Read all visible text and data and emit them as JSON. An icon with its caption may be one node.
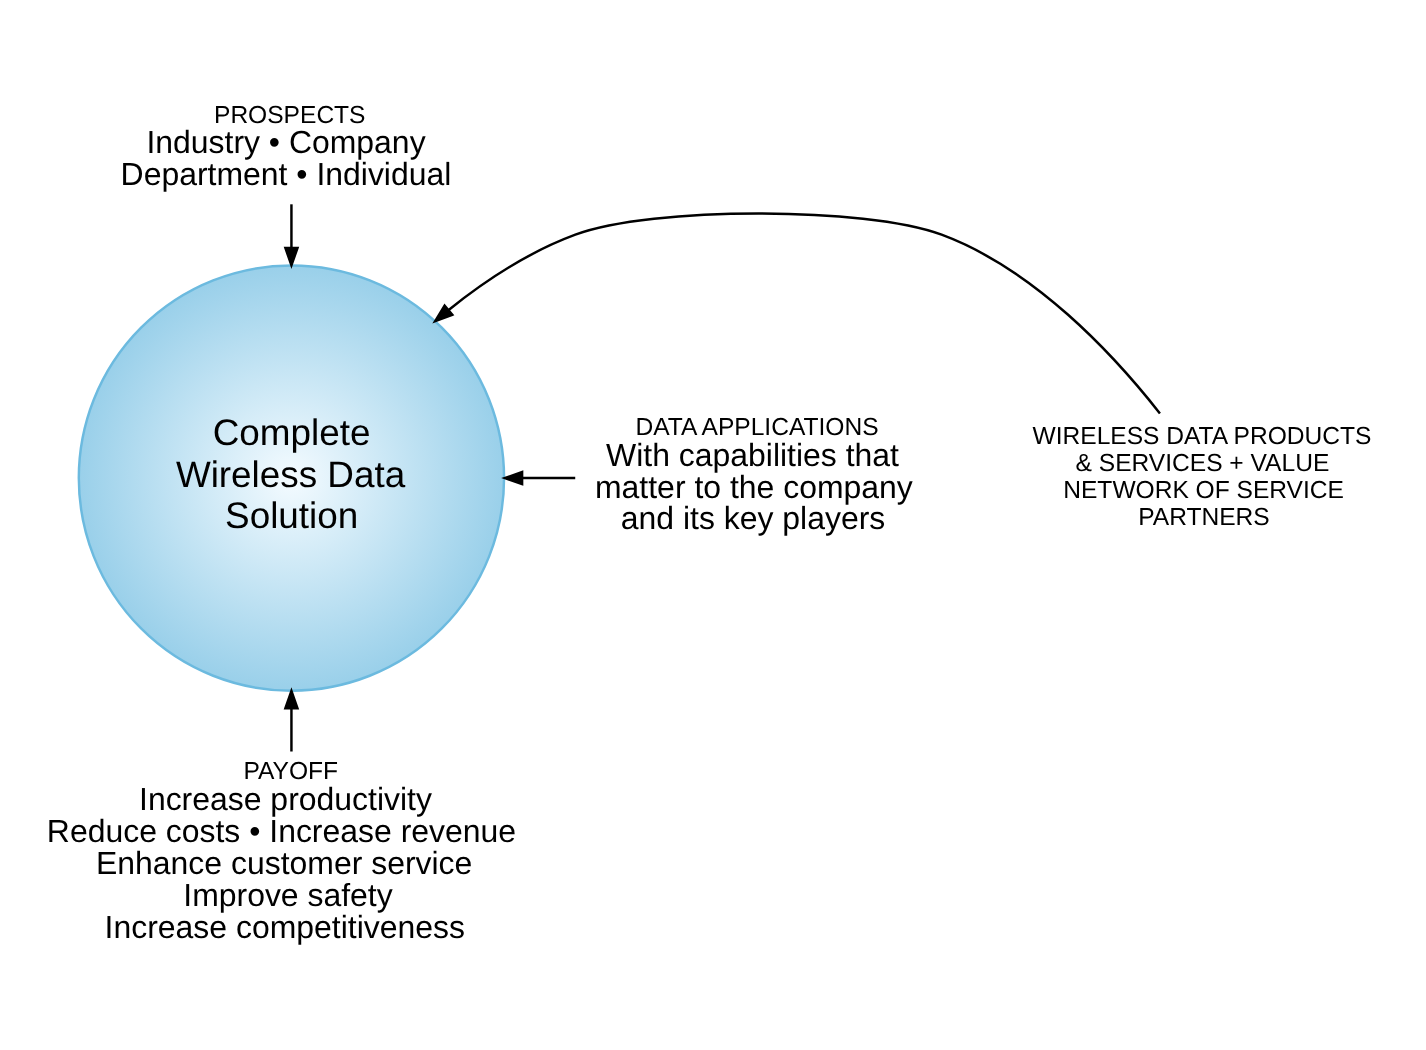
{
  "diagram": {
    "nodes": [
      {
        "text": [
          "Complete Wireless Data Solution"
        ]
      },
      {
        "text": [
          "PROSPECTS",
          "Industry • Company Department • Individual"
        ]
      },
      {
        "text": [
          "WIRELESS DATA PRODUCTS & SERVICES + VALUE NETWORK OF SERVICE PARTNERS"
        ]
      },
      {
        "text": [
          "DATA APPLICATIONS",
          "With capabilities that matter to the company and its key players"
        ]
      },
      {
        "text": [
          "PAYOFF",
          "Increase productivity",
          "Reduce costs • Increase revenue",
          "Enhance customer service",
          "Improve safety",
          "Increase competitiveness"
        ]
      }
    ],
    "edges": [
      {
        "from": 1,
        "to": 0,
        "arrow": "to"
      },
      {
        "from": 2,
        "to": 0,
        "arrow": "to"
      },
      {
        "from": 3,
        "to": 0,
        "arrow": "to"
      },
      {
        "from": 4,
        "to": 0,
        "arrow": "to"
      }
    ]
  }
}
